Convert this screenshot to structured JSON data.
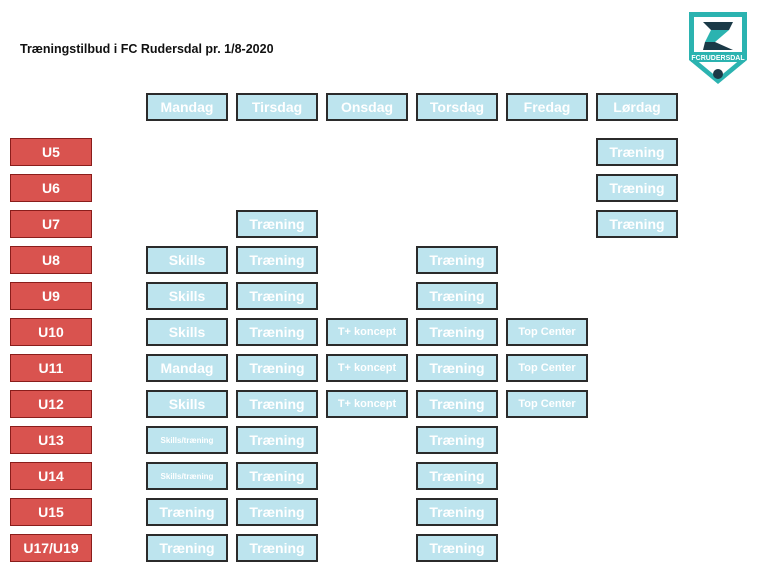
{
  "title": "Træningstilbud i FC Rudersdal pr. 1/8-2020",
  "logo": {
    "text": "FCRUDERSDAL",
    "color_teal": "#2bb3b0",
    "color_dark": "#1b3a47",
    "icon": "fc-rudersdal-logo"
  },
  "colors": {
    "age_bg": "#d9534f",
    "session_bg": "#bde4ee",
    "border": "#2b2b2b"
  },
  "days": [
    "Mandag",
    "Tirsdag",
    "Onsdag",
    "Torsdag",
    "Fredag",
    "Lørdag"
  ],
  "rows": [
    {
      "age": "U5",
      "sessions": [
        "",
        "",
        "",
        "",
        "",
        "Træning"
      ]
    },
    {
      "age": "U6",
      "sessions": [
        "",
        "",
        "",
        "",
        "",
        "Træning"
      ]
    },
    {
      "age": "U7",
      "sessions": [
        "",
        "Træning",
        "",
        "",
        "",
        "Træning"
      ]
    },
    {
      "age": "U8",
      "sessions": [
        "Skills",
        "Træning",
        "",
        "Træning",
        "",
        ""
      ]
    },
    {
      "age": "U9",
      "sessions": [
        "Skills",
        "Træning",
        "",
        "Træning",
        "",
        ""
      ]
    },
    {
      "age": "U10",
      "sessions": [
        "Skills",
        "Træning",
        "T+ koncept",
        "Træning",
        "Top Center",
        ""
      ]
    },
    {
      "age": "U11",
      "sessions": [
        "Mandag",
        "Træning",
        "T+ koncept",
        "Træning",
        "Top Center",
        ""
      ]
    },
    {
      "age": "U12",
      "sessions": [
        "Skills",
        "Træning",
        "T+ koncept",
        "Træning",
        "Top Center",
        ""
      ]
    },
    {
      "age": "U13",
      "sessions": [
        "Skills/træning",
        "Træning",
        "",
        "Træning",
        "",
        ""
      ]
    },
    {
      "age": "U14",
      "sessions": [
        "Skills/træning",
        "Træning",
        "",
        "Træning",
        "",
        ""
      ]
    },
    {
      "age": "U15",
      "sessions": [
        "Træning",
        "Træning",
        "",
        "Træning",
        "",
        ""
      ]
    },
    {
      "age": "U17/U19",
      "sessions": [
        "Træning",
        "Træning",
        "",
        "Træning",
        "",
        ""
      ]
    }
  ]
}
